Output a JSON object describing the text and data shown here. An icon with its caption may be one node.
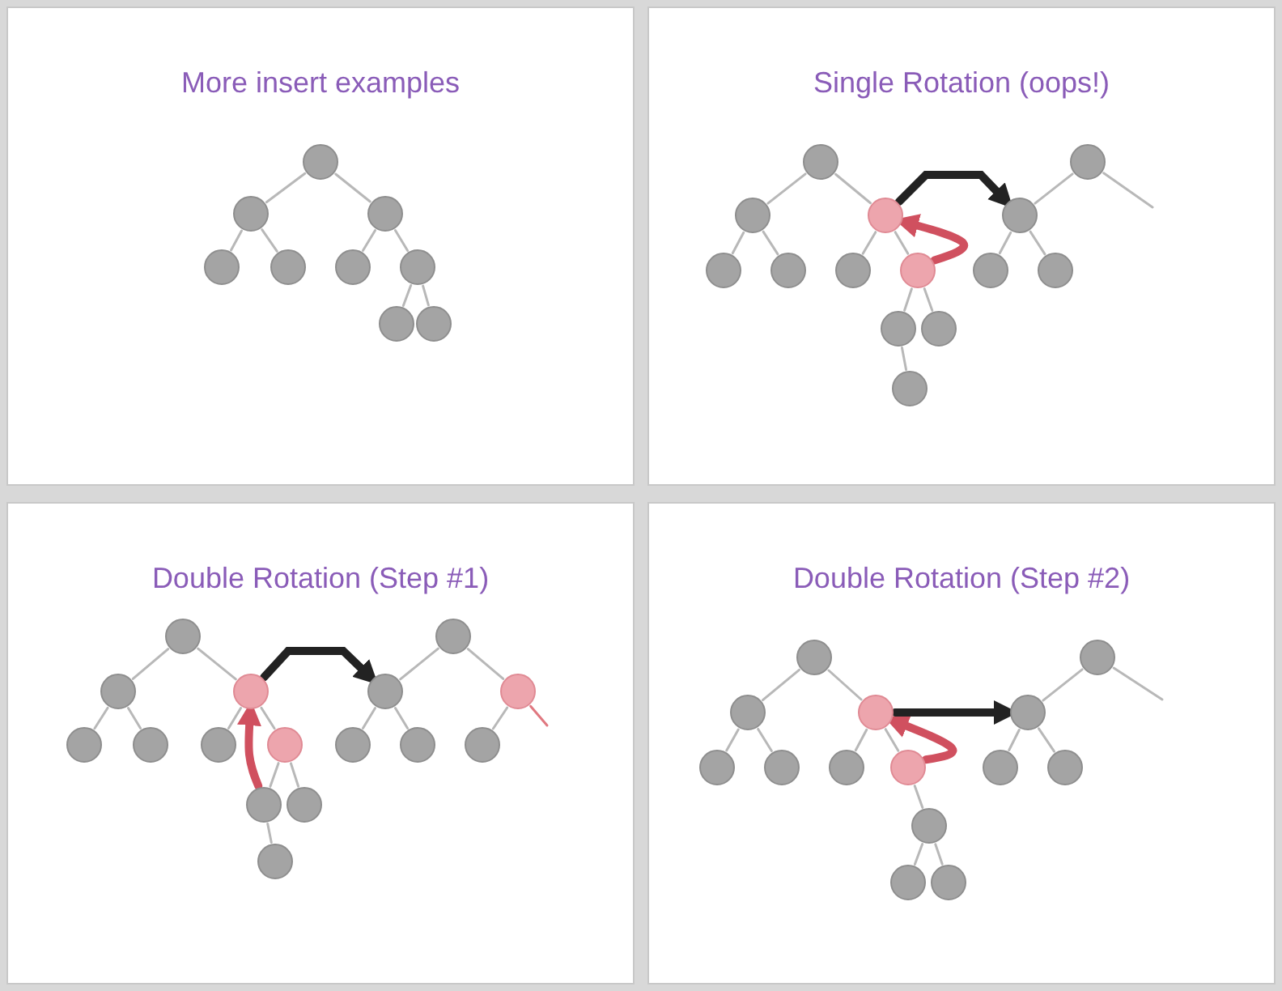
{
  "diagram": {
    "nodes": [
      {
        "text": [
          "More insert examples"
        ]
      },
      {
        "text": [],
        "shape": "circle",
        "in": 0
      },
      {
        "text": [],
        "shape": "circle",
        "in": 0
      },
      {
        "text": [],
        "shape": "circle",
        "in": 0
      },
      {
        "text": [],
        "shape": "circle",
        "in": 0
      },
      {
        "text": [],
        "shape": "circle",
        "in": 0
      },
      {
        "text": [],
        "shape": "circle",
        "in": 0
      },
      {
        "text": [],
        "shape": "circle",
        "in": 0
      },
      {
        "text": [],
        "shape": "circle",
        "in": 0
      },
      {
        "text": [],
        "shape": "circle",
        "in": 0
      },
      {
        "text": [
          "Single Rotation (oops!)"
        ]
      },
      {
        "text": [],
        "shape": "circle",
        "in": 10
      },
      {
        "text": [],
        "shape": "circle",
        "in": 10
      },
      {
        "text": [],
        "shape": "circle",
        "in": 10
      },
      {
        "text": [],
        "shape": "circle",
        "in": 10
      },
      {
        "text": [],
        "shape": "circle",
        "in": 10
      },
      {
        "text": [],
        "shape": "circle",
        "in": 10
      },
      {
        "text": [],
        "shape": "circle",
        "in": 10
      },
      {
        "text": [],
        "shape": "circle",
        "in": 10
      },
      {
        "text": [],
        "shape": "circle",
        "in": 10
      },
      {
        "text": [],
        "shape": "circle",
        "in": 10
      },
      {
        "text": [],
        "shape": "circle",
        "in": 10
      },
      {
        "text": [],
        "shape": "circle",
        "in": 10
      },
      {
        "text": [],
        "shape": "circle",
        "in": 10
      },
      {
        "text": [],
        "shape": "circle",
        "in": 10
      },
      {
        "text": [
          "Double Rotation (Step #1)"
        ]
      },
      {
        "text": [],
        "shape": "circle",
        "in": 25
      },
      {
        "text": [],
        "shape": "circle",
        "in": 25
      },
      {
        "text": [],
        "shape": "circle",
        "in": 25
      },
      {
        "text": [],
        "shape": "circle",
        "in": 25
      },
      {
        "text": [],
        "shape": "circle",
        "in": 25
      },
      {
        "text": [],
        "shape": "circle",
        "in": 25
      },
      {
        "text": [],
        "shape": "circle",
        "in": 25
      },
      {
        "text": [],
        "shape": "circle",
        "in": 25
      },
      {
        "text": [],
        "shape": "circle",
        "in": 25
      },
      {
        "text": [],
        "shape": "circle",
        "in": 25
      },
      {
        "text": [],
        "shape": "circle",
        "in": 25
      },
      {
        "text": [],
        "shape": "circle",
        "in": 25
      },
      {
        "text": [],
        "shape": "circle",
        "in": 25
      },
      {
        "text": [],
        "shape": "circle",
        "in": 25
      },
      {
        "text": [],
        "shape": "circle",
        "in": 25
      },
      {
        "text": [],
        "shape": "circle",
        "in": 25
      },
      {
        "text": [
          "Double Rotation (Step #2)"
        ]
      },
      {
        "text": [],
        "shape": "circle",
        "in": 42
      },
      {
        "text": [],
        "shape": "circle",
        "in": 42
      },
      {
        "text": [],
        "shape": "circle",
        "in": 42
      },
      {
        "text": [],
        "shape": "circle",
        "in": 42
      },
      {
        "text": [],
        "shape": "circle",
        "in": 42
      },
      {
        "text": [],
        "shape": "circle",
        "in": 42
      },
      {
        "text": [],
        "shape": "circle",
        "in": 42
      },
      {
        "text": [],
        "shape": "circle",
        "in": 42
      },
      {
        "text": [],
        "shape": "circle",
        "in": 42
      },
      {
        "text": [],
        "shape": "circle",
        "in": 42
      },
      {
        "text": [],
        "shape": "circle",
        "in": 42
      },
      {
        "text": [],
        "shape": "circle",
        "in": 42
      },
      {
        "text": [],
        "shape": "circle",
        "in": 42
      },
      {
        "text": [],
        "shape": "circle",
        "in": 42
      }
    ],
    "edges": [
      {
        "from": 1,
        "to": 2,
        "arrow": "none"
      },
      {
        "from": 1,
        "to": 3,
        "arrow": "none"
      },
      {
        "from": 2,
        "to": 4,
        "arrow": "none"
      },
      {
        "from": 2,
        "to": 5,
        "arrow": "none"
      },
      {
        "from": 3,
        "to": 6,
        "arrow": "none"
      },
      {
        "from": 3,
        "to": 7,
        "arrow": "none"
      },
      {
        "from": 7,
        "to": 8,
        "arrow": "none"
      },
      {
        "from": 7,
        "to": 9,
        "arrow": "none"
      },
      {
        "from": 11,
        "to": 12,
        "arrow": "none"
      },
      {
        "from": 11,
        "to": 13,
        "arrow": "none"
      },
      {
        "from": 12,
        "to": 14,
        "arrow": "none"
      },
      {
        "from": 12,
        "to": 15,
        "arrow": "none"
      },
      {
        "from": 13,
        "to": 16,
        "arrow": "none"
      },
      {
        "from": 13,
        "to": 17,
        "arrow": "none"
      },
      {
        "from": 17,
        "to": 18,
        "arrow": "none"
      },
      {
        "from": 17,
        "to": 19,
        "arrow": "none"
      },
      {
        "from": 18,
        "to": 20,
        "arrow": "none"
      },
      {
        "from": 21,
        "to": 22,
        "arrow": "none"
      },
      {
        "from": 22,
        "to": 23,
        "arrow": "none"
      },
      {
        "from": 22,
        "to": 24,
        "arrow": "none"
      },
      {
        "from": 21,
        "to": null,
        "arrow": "none"
      },
      {
        "from": 17,
        "to": 13,
        "arrow": "to",
        "style": "thick",
        "color": "#d0505f"
      },
      {
        "from": 26,
        "to": 27,
        "arrow": "none"
      },
      {
        "from": 26,
        "to": 28,
        "arrow": "none"
      },
      {
        "from": 27,
        "to": 29,
        "arrow": "none"
      },
      {
        "from": 27,
        "to": 30,
        "arrow": "none"
      },
      {
        "from": 28,
        "to": 31,
        "arrow": "none"
      },
      {
        "from": 28,
        "to": 32,
        "arrow": "none"
      },
      {
        "from": 32,
        "to": 33,
        "arrow": "none"
      },
      {
        "from": 32,
        "to": 34,
        "arrow": "none"
      },
      {
        "from": 33,
        "to": 35,
        "arrow": "none"
      },
      {
        "from": 36,
        "to": 37,
        "arrow": "none"
      },
      {
        "from": 36,
        "to": 38,
        "arrow": "none"
      },
      {
        "from": 37,
        "to": 39,
        "arrow": "none"
      },
      {
        "from": 37,
        "to": 40,
        "arrow": "none"
      },
      {
        "from": 38,
        "to": 41,
        "arrow": "none"
      },
      {
        "from": 38,
        "to": null,
        "arrow": "none",
        "color": "#e07880"
      },
      {
        "from": 33,
        "to": 28,
        "arrow": "to",
        "style": "thick",
        "color": "#d0505f"
      },
      {
        "from": 43,
        "to": 44,
        "arrow": "none"
      },
      {
        "from": 43,
        "to": 45,
        "arrow": "none"
      },
      {
        "from": 44,
        "to": 46,
        "arrow": "none"
      },
      {
        "from": 44,
        "to": 47,
        "arrow": "none"
      },
      {
        "from": 45,
        "to": 48,
        "arrow": "none"
      },
      {
        "from": 45,
        "to": 49,
        "arrow": "none"
      },
      {
        "from": 49,
        "to": 50,
        "arrow": "none"
      },
      {
        "from": 50,
        "to": 51,
        "arrow": "none"
      },
      {
        "from": 50,
        "to": 52,
        "arrow": "none"
      },
      {
        "from": 53,
        "to": 54,
        "arrow": "none"
      },
      {
        "from": 54,
        "to": 55,
        "arrow": "none"
      },
      {
        "from": 54,
        "to": 56,
        "arrow": "none"
      },
      {
        "from": 53,
        "to": null,
        "arrow": "none"
      },
      {
        "from": 49,
        "to": 45,
        "arrow": "to",
        "style": "thick",
        "color": "#d0505f"
      },
      {
        "from": 13,
        "to": 22,
        "arrow": "to",
        "style": "thick",
        "color": "#222222"
      },
      {
        "from": 28,
        "to": 37,
        "arrow": "to",
        "style": "thick",
        "color": "#222222"
      },
      {
        "from": 45,
        "to": 54,
        "arrow": "to",
        "style": "thick",
        "color": "#222222"
      }
    ]
  }
}
